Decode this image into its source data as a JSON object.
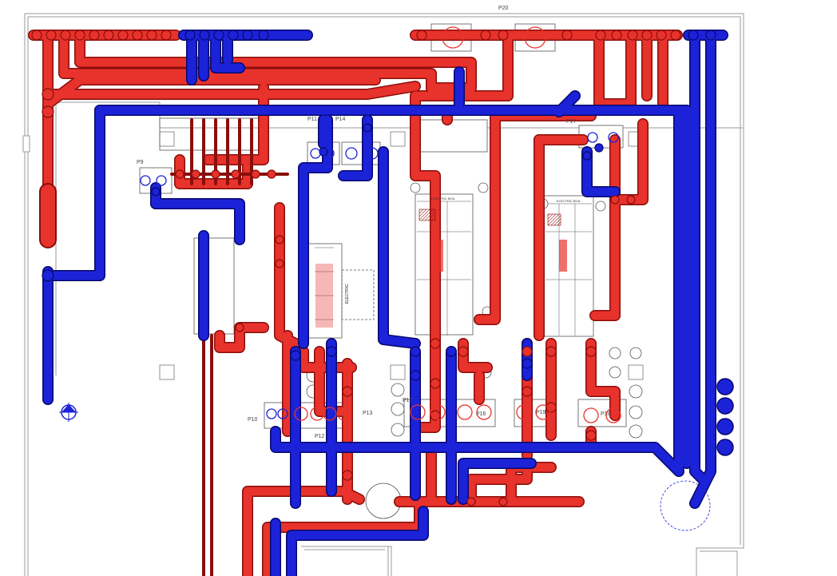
{
  "diagram": {
    "colors": {
      "hot": "#e8322c",
      "hot_edge": "#8a0e0a",
      "cold": "#1c22d8",
      "cold_edge": "#06086e",
      "outline": "#9a9a9a",
      "equipment": "#555555"
    },
    "labels": {
      "p20": "P20",
      "p9": "P9",
      "p10": "P10",
      "p11": "P11",
      "p12": "P12",
      "p13": "P13",
      "p14": "P14",
      "p15": "P15",
      "p16": "P16",
      "p17": "P17",
      "p18": "P18",
      "p19": "P19"
    },
    "equipment_text": {
      "boiler_left_header": "ELECTRIC BOIL",
      "boiler_right_header": "ELECTRIC BOIL",
      "unit_center": "ELECTRIC"
    }
  }
}
